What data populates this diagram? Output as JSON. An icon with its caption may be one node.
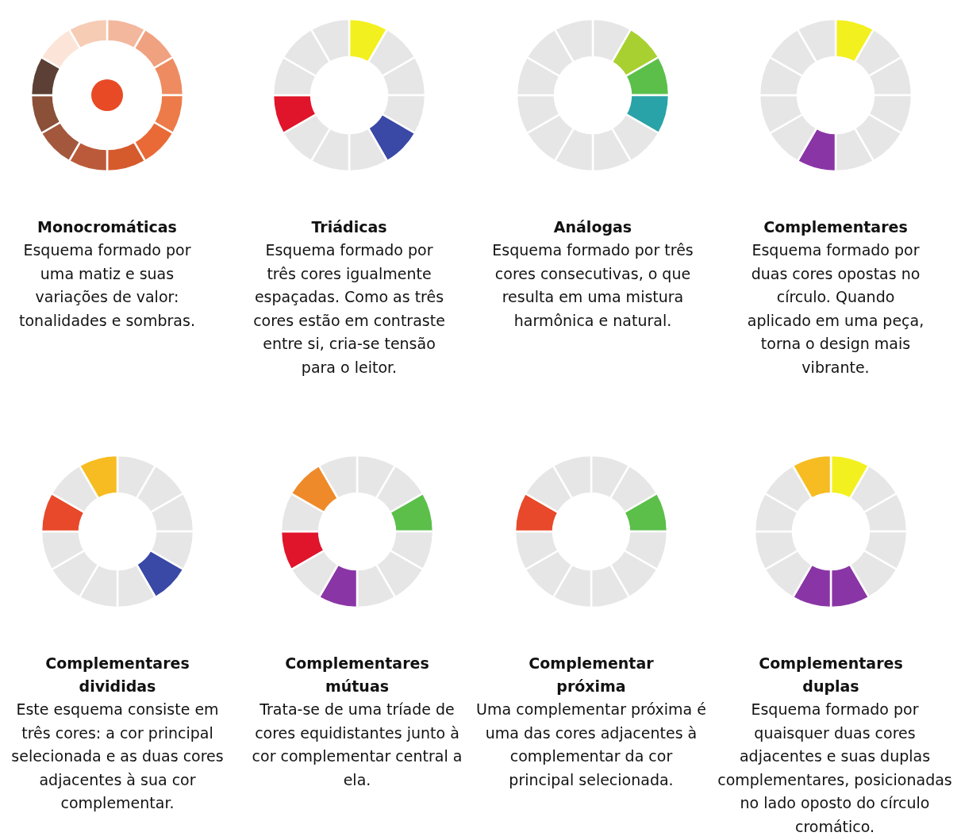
{
  "diagram": {
    "nodes": [
      {
        "text": [
          "Monocromáticas",
          "Esquema formado por uma matiz e suas variações de valor: tonalidades e sombras."
        ]
      },
      {
        "text": [
          "Triádicas",
          "Esquema formado por três cores igualmente espaçadas. Como as três cores estão em contraste entre si, cria-se tensão para o leitor."
        ]
      },
      {
        "text": [
          "Análogas",
          "Esquema formado por três cores consecutivas, o que resulta em uma mistura harmônica e natural."
        ]
      },
      {
        "text": [
          "Complementares",
          "Esquema formado por duas cores opostas no círculo. Quando aplicado em uma peça, torna o design mais vibrante."
        ]
      },
      {
        "text": [
          "Complementares divididas",
          "Este esquema consiste em três cores: a cor principal selecionada e as duas cores adjacentes à sua cor complementar."
        ]
      },
      {
        "text": [
          "Complementares mútuas",
          "Trata-se de uma tríade de cores equidistantes junto à cor complementar central a ela."
        ]
      },
      {
        "text": [
          "Complementar próxima",
          "Uma complementar próxima é uma das cores adjacentes à complementar da cor principal selecionada."
        ]
      },
      {
        "text": [
          "Complementares duplas",
          "Esquema formado por quaisquer duas cores adjacentes e suas duplas complementares, posicionadas no lado oposto do círculo cromático."
        ]
      }
    ]
  }
}
